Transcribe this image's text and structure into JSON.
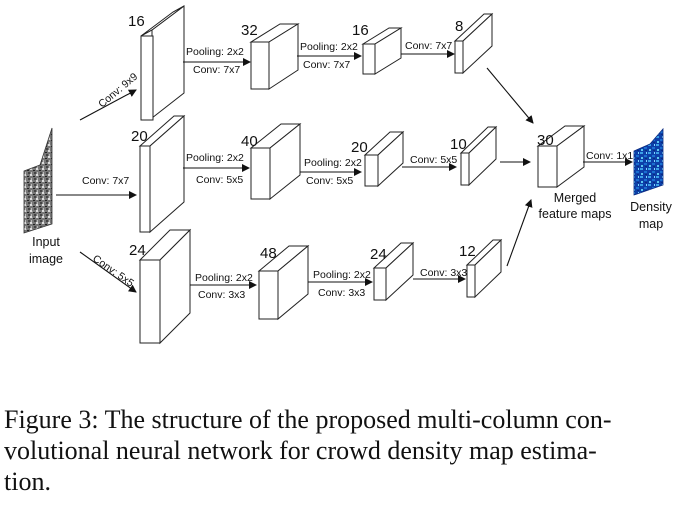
{
  "input": {
    "line1": "Input",
    "line2": "image"
  },
  "columns": [
    {
      "first_conv": "Conv: 9x9",
      "maps": [
        "16",
        "32",
        "16",
        "8"
      ],
      "edges": [
        {
          "top": "Pooling: 2x2",
          "bottom": "Conv: 7x7"
        },
        {
          "top": "Pooling: 2x2",
          "bottom": "Conv: 7x7"
        },
        {
          "top": "Conv: 7x7",
          "bottom": ""
        }
      ]
    },
    {
      "first_conv": "Conv: 7x7",
      "maps": [
        "20",
        "40",
        "20",
        "10"
      ],
      "edges": [
        {
          "top": "Pooling: 2x2",
          "bottom": "Conv: 5x5"
        },
        {
          "top": "Pooling: 2x2",
          "bottom": "Conv: 5x5"
        },
        {
          "top": "Conv: 5x5",
          "bottom": ""
        }
      ]
    },
    {
      "first_conv": "Conv: 5x5",
      "maps": [
        "24",
        "48",
        "24",
        "12"
      ],
      "edges": [
        {
          "top": "Pooling: 2x2",
          "bottom": "Conv: 3x3"
        },
        {
          "top": "Pooling: 2x2",
          "bottom": "Conv: 3x3"
        },
        {
          "top": "Conv: 3x3",
          "bottom": ""
        }
      ]
    }
  ],
  "merged": {
    "value": "30",
    "line1": "Merged",
    "line2": "feature maps"
  },
  "final_conv": "Conv: 1x1",
  "output": {
    "line1": "Density",
    "line2": "map"
  },
  "caption": {
    "line1": "Figure 3: The structure of the proposed multi-column con-",
    "line2": "volutional neural network for crowd density map estima-",
    "line3": "tion."
  }
}
